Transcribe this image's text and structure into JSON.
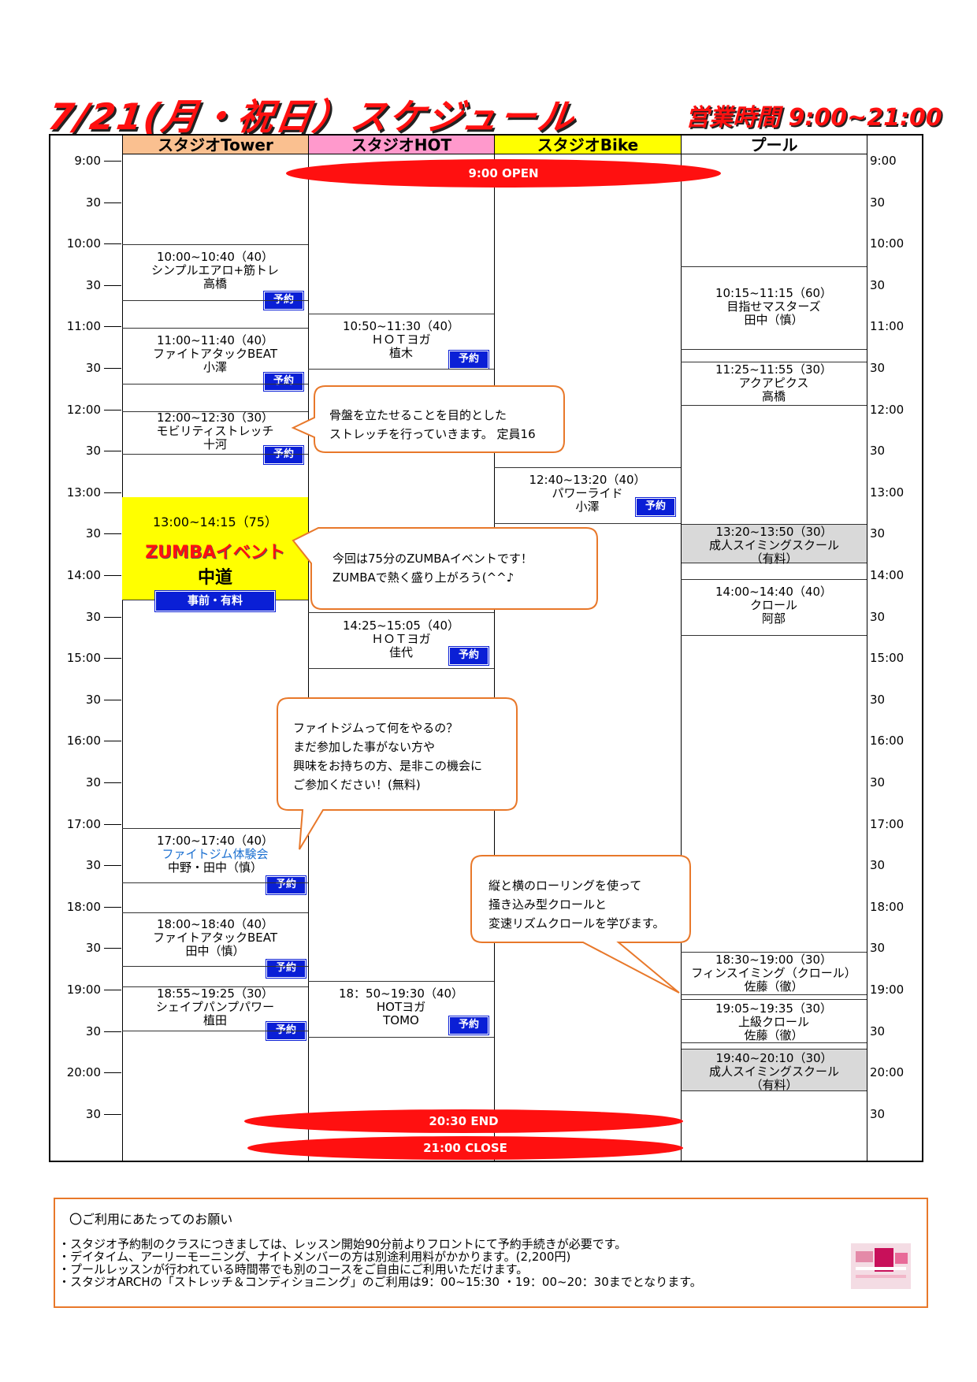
{
  "header": {
    "title": "7/21(月・祝日）スケジュール",
    "hours": "営業時間 9:00~21:00"
  },
  "columns": [
    {
      "label": "スタジオTower",
      "color": "#fac090"
    },
    {
      "label": "スタジオHOT",
      "color": "#ff99cc"
    },
    {
      "label": "スタジオBike",
      "color": "#ffff00"
    },
    {
      "label": "プール",
      "color": "#ffffff"
    }
  ],
  "times": [
    "9:00",
    "30",
    "10:00",
    "30",
    "11:00",
    "30",
    "12:00",
    "30",
    "13:00",
    "30",
    "14:00",
    "30",
    "15:00",
    "30",
    "16:00",
    "30",
    "17:00",
    "30",
    "18:00",
    "30",
    "19:00",
    "30",
    "20:00",
    "30"
  ],
  "open": "9:00 OPEN",
  "end": "20:30 END",
  "close": "21:00 CLOSE",
  "reserve": "予約",
  "tower": [
    {
      "time": "10:00~10:40（40）",
      "name": "シンプルエアロ+筋トレ",
      "instructor": "高橋"
    },
    {
      "time": "11:00~11:40（40）",
      "name": "ファイトアタックBEAT",
      "instructor": "小澤"
    },
    {
      "time": "12:00~12:30（30）",
      "name": "モビリティストレッチ",
      "instructor": "十河"
    },
    {
      "time": "17:00~17:40（40）",
      "name": "ファイトジム体験会",
      "instructor": "中野・田中（慎）"
    },
    {
      "time": "18:00~18:40（40）",
      "name": "ファイトアタックBEAT",
      "instructor": "田中（慎）"
    },
    {
      "time": "18:55~19:25（30）",
      "name": "シェイプパンプパワー",
      "instructor": "植田"
    }
  ],
  "zumba": {
    "time": "13:00~14:15（75）",
    "name": "ZUMBAイベント",
    "instructor": "中道",
    "badge": "事前・有料"
  },
  "hot": [
    {
      "time": "10:50~11:30（40）",
      "name": "ＨＯＴヨガ",
      "instructor": "植木"
    },
    {
      "time": "14:25~15:05（40）",
      "name": "ＨＯＴヨガ",
      "instructor": "佳代"
    },
    {
      "time": "18：50~19:30（40）",
      "name": "HOTヨガ",
      "instructor": "TOMO"
    }
  ],
  "bike": [
    {
      "time": "12:40~13:20（40）",
      "name": "パワーライド",
      "instructor": "小澤"
    }
  ],
  "pool": [
    {
      "time": "10:15~11:15（60）",
      "name": "目指せマスターズ",
      "instructor": "田中（慎）"
    },
    {
      "time": "11:25~11:55（30）",
      "name": "アクアピクス",
      "instructor": "高橋"
    },
    {
      "time": "13:20~13:50（30）",
      "name": "成人スイミングスクール",
      "instructor": "（有料）"
    },
    {
      "time": "14:00~14:40（40）",
      "name": "クロール",
      "instructor": "阿部"
    },
    {
      "time": "18:30~19:00（30）",
      "name": "フィンスイミング（クロール）",
      "instructor": "佐藤（徹）"
    },
    {
      "time": "19:05~19:35（30）",
      "name": "上級クロール",
      "instructor": "佐藤（徹）"
    },
    {
      "time": "19:40~20:10（30）",
      "name": "成人スイミングスクール",
      "instructor": "（有料）"
    }
  ],
  "bubbles": [
    {
      "line1": "骨盤を立たせることを目的とした",
      "line2": "ストレッチを行っていきます。 定員16"
    },
    {
      "line1": "今回は75分のZUMBAイベントです！",
      "line2": "ZUMBAで熱く盛り上がろう(^^♪"
    },
    {
      "line1": "ファイトジムって何をやるの？",
      "line2": "まだ参加した事がない方や",
      "line3": "興味をお持ちの方、是非この機会に",
      "line4": "ご参加ください！(無料)"
    },
    {
      "line1": "縦と横のローリングを使って",
      "line2": "掻き込み型クロールと",
      "line3": "変速リズムクロールを学びます。"
    }
  ],
  "notice": {
    "heading": "〇ご利用にあたってのお願い",
    "lines": [
      "・スタジオ予約制のクラスにつきましては、レッスン開始90分前よりフロントにて予約手続きが必要です。",
      "・デイタイム、アーリーモーニング、ナイトメンバーの方は別途利用料がかかります。(2,200円)",
      "・プールレッスンが行われている時間帯でも別のコースをご自由にご利用いただけます。",
      "・スタジオARCHの「ストレッチ＆コンディショニング」のご利用は9：00~15:30 ・19：00~20：30までとなります。"
    ]
  }
}
